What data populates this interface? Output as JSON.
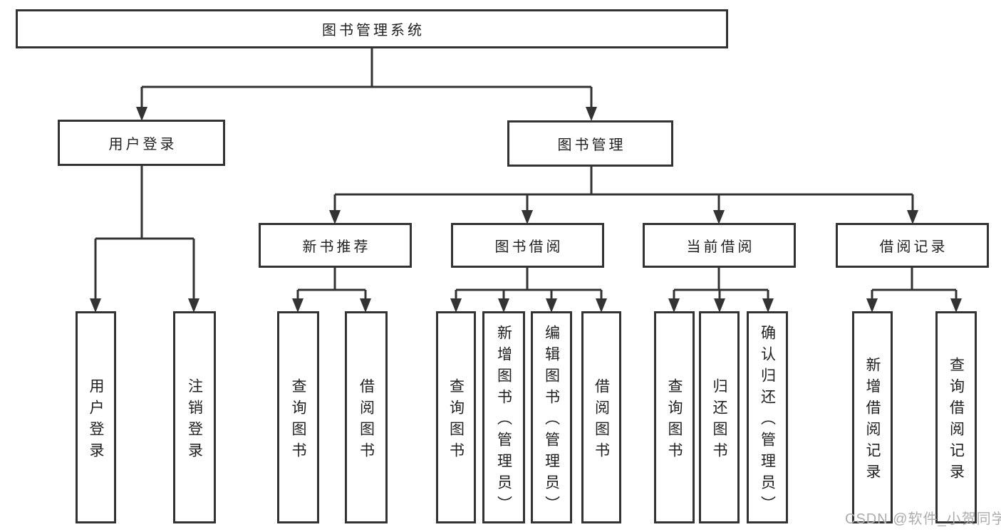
{
  "tree": {
    "label": "图书管理系统",
    "children": [
      {
        "label": "用户登录",
        "children": [
          {
            "label": "用户登录"
          },
          {
            "label": "注销登录"
          }
        ]
      },
      {
        "label": "图书管理",
        "children": [
          {
            "label": "新书推荐",
            "children": [
              {
                "label": "查询图书"
              },
              {
                "label": "借阅图书"
              }
            ]
          },
          {
            "label": "图书借阅",
            "children": [
              {
                "label": "查询图书"
              },
              {
                "label": "新增图书（管理员）"
              },
              {
                "label": "编辑图书（管理员）"
              },
              {
                "label": "借阅图书"
              }
            ]
          },
          {
            "label": "当前借阅",
            "children": [
              {
                "label": "查询图书"
              },
              {
                "label": "归还图书"
              },
              {
                "label": "确认归还（管理员）"
              }
            ]
          },
          {
            "label": "借阅记录",
            "children": [
              {
                "label": "新增借阅记录"
              },
              {
                "label": "查询借阅记录"
              }
            ]
          }
        ]
      }
    ]
  },
  "watermark": {
    "text": "CSDN @软件_小贺同学"
  },
  "colors": {
    "line": "#333333",
    "box_border": "#333333",
    "text": "#1f1f1f",
    "watermark": "#acacac",
    "background": "#ffffff"
  }
}
